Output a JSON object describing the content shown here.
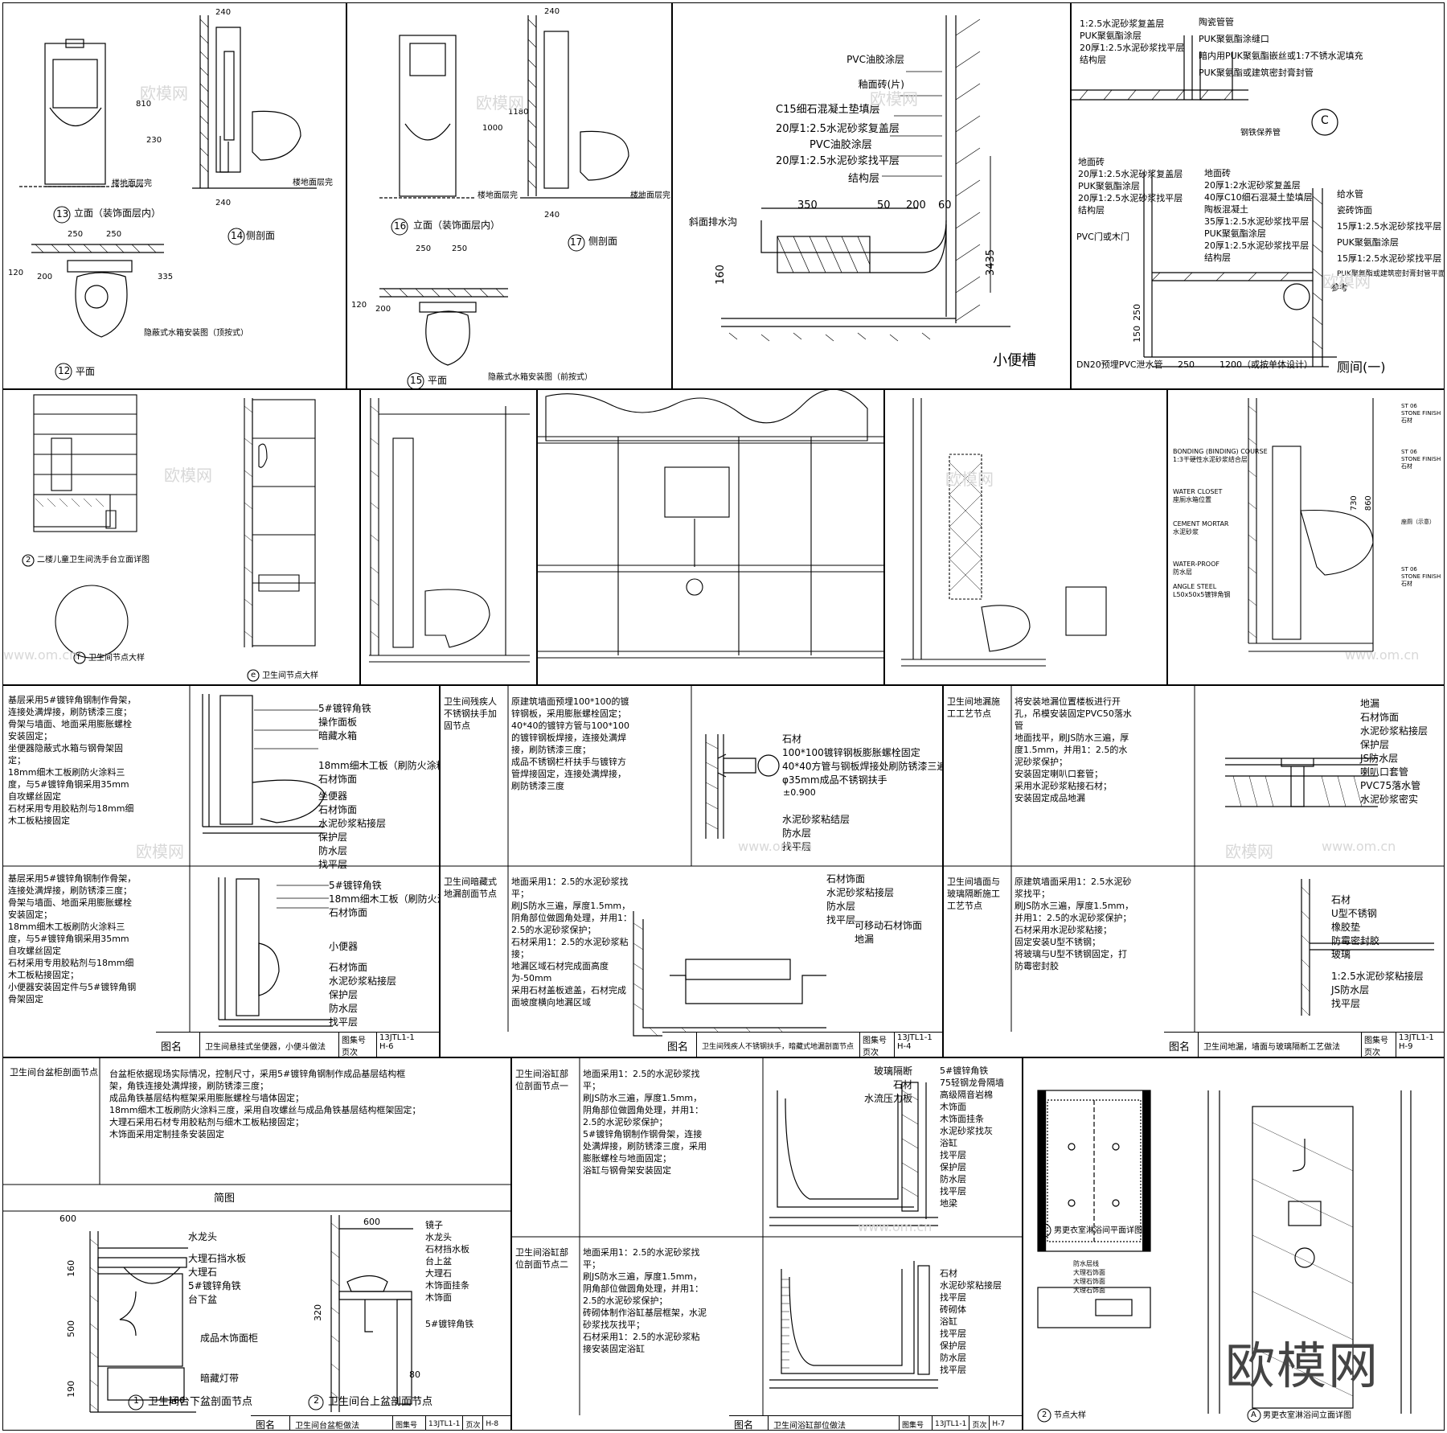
{
  "p1": {
    "labels": {
      "elev": "立面（装饰面层内）",
      "side": "侧剖面",
      "plan": "平面",
      "title": "隐蔽式水箱安装图（顶按式）",
      "floor": "楼地面层完",
      "n13": "13",
      "n14": "14",
      "n12": "12"
    },
    "dims": {
      "d240a": "240",
      "d240b": "240",
      "d250a": "250",
      "d250b": "250",
      "d810": "810",
      "d230": "230",
      "d120": "120",
      "d200": "200",
      "d335": "335"
    }
  },
  "p2": {
    "labels": {
      "elev": "立面（装饰面层内）",
      "side": "侧剖面",
      "plan": "平面",
      "title": "隐蔽式水箱安装图（前按式）",
      "floor": "楼地面层完",
      "n16": "16",
      "n17": "17",
      "n15": "15"
    },
    "dims": {
      "d240a": "240",
      "d240b": "240",
      "d250a": "250",
      "d250b": "250",
      "d1000": "1000",
      "d1180": "1180",
      "d120": "120",
      "d200": "200"
    }
  },
  "p3": {
    "layers": [
      "PVC油胶涂层",
      "釉面砖(片)",
      "C15细石混凝土垫填层",
      "20厚1:2.5水泥砂浆复盖层",
      "PVC油胶涂层",
      "20厚1:2.5水泥砂浆找平层",
      "结构层"
    ],
    "dims": {
      "d350": "350",
      "d50": "50",
      "d200": "200",
      "d60": "60",
      "d160": "160",
      "d3435": "3435"
    },
    "drain": "斜面排水沟",
    "title": "小便槽"
  },
  "p4": {
    "top": [
      "1:2.5水泥砂浆复盖层",
      "PUK聚氨酯涂层",
      "20厚1:2.5水泥砂浆找平层",
      "结构层"
    ],
    "topright": [
      "陶瓷管管",
      "PUK聚氨酯涂缝口",
      "暗内用PUK聚氨酯嵌丝或1:7不锈水泥填充",
      "PUK聚氨酯或建筑密封膏封管"
    ],
    "c": "C",
    "steelpipe": "钢铁保养管",
    "left": [
      "地面砖",
      "20厚1:2.5水泥砂浆复盖层",
      "PUK聚氨酯涂层",
      "20厚1:2.5水泥砂浆找平层",
      "结构层"
    ],
    "mid": [
      "地面砖",
      "20厚1:2水泥砂浆复盖层",
      "40厚C10细石混凝土垫填层",
      "陶板混凝土",
      "35厚1:2.5水泥砂浆找平层",
      "PUK聚氨酯涂层",
      "20厚1:2.5水泥砂浆找平层",
      "结构层"
    ],
    "right": [
      "给水管",
      "瓷砖饰面",
      "15厚1:2.5水泥砂浆找平层",
      "PUK聚氨酯涂层",
      "15厚1:2.5水泥砂浆找平层",
      "PUK聚氨酯或建筑密封膏封管平面水斗面"
    ],
    "pvc": "PVC门或木门",
    "ref": "参考",
    "dn": "DN20预埋PVC泄水管",
    "dims": {
      "d250a": "250",
      "d1200": "1200（或按单体设计）",
      "d250b": "250",
      "d150": "150"
    },
    "title": "厕间(一)"
  },
  "p5": {
    "cap1": "二楼儿童卫生间洗手台立面详图",
    "cap2": "卫生间节点大样",
    "cap3": "卫生间节点大样",
    "n2": "2",
    "nf": "f",
    "ne": "e"
  },
  "p8": {
    "layers": [
      "BONDING (BINDING) COURSE",
      "1:3干硬性水泥砂浆结合层",
      "WATER CLOSET",
      "座厕水箱位置",
      "CEMENT MORTAR",
      "水泥砂浆",
      "WATER-PROOF",
      "防水层",
      "ANGLE STEEL",
      "L50x50x5镀锌角钢"
    ],
    "right": [
      "ST 06",
      "STONE FINISH",
      "石材",
      "ST 06",
      "STONE FINISH",
      "石材",
      "座厕（示意）",
      "ST 06",
      "STONE FINISH",
      "石材"
    ],
    "dims": {
      "d730": "730",
      "d860": "860"
    }
  },
  "h6": {
    "t1": "基层采用5#镀锌角钢制作骨架，连接处满焊接，刷防锈漆三度；\n骨架与墙面、地面采用膨胀螺栓安装固定；\n坐便器隐蔽式水箱与钢骨架固定；\n18mm细木工板刷防火涂料三度，与5#镀锌角钢采用35mm自攻螺丝固定\n石材采用专用胶粘剂与18mm细木工板粘接固定",
    "l1": [
      "5#镀锌角铁",
      "操作面板",
      "暗藏水箱",
      "18mm细木工板（刷防火涂料）",
      "石材饰面",
      "坐便器",
      "石材饰面",
      "水泥砂浆粘接层",
      "保护层",
      "防水层",
      "找平层"
    ],
    "t2": "基层采用5#镀锌角钢制作骨架，连接处满焊接，刷防锈漆三度；\n骨架与墙面、地面采用膨胀螺栓安装固定；\n18mm细木工板刷防火涂料三度，与5#镀锌角钢采用35mm自攻螺丝固定\n石材采用专用胶粘剂与18mm细木工板粘接固定；\n小便器安装固定件与5#镀锌角钢骨架固定",
    "l2top": [
      "5#镀锌角铁",
      "18mm细木工板（刷防火涂料）",
      "石材饰面"
    ],
    "l2mid": "小便器",
    "l2bot": [
      "石材饰面",
      "水泥砂浆粘接层",
      "保护层",
      "防水层",
      "找平层"
    ],
    "tbname": "图名",
    "tbtitle": "卫生间悬挂式坐便器，小便斗做法",
    "tbk1": "图集号",
    "tbv1": "13JTL1-1",
    "tbk2": "页次",
    "tbv2": "H-6"
  },
  "h4": {
    "h1": "卫生间残疾人不锈钢扶手加固节点",
    "t1": "原建筑墙面预埋100*100的镀锌钢板，采用膨胀螺栓固定；\n40*40的镀锌方管与100*100的镀锌钢板焊接，连接处满焊接，刷防锈漆三度；\n成品不锈钢栏杆扶手与镀锌方管焊接固定，连接处满焊接，刷防锈漆三度",
    "l1": [
      "石材",
      "100*100镀锌钢板膨胀螺栓固定",
      "40*40方管与钢板焊接处刷防锈漆三遍",
      "φ35mm成品不锈钢扶手"
    ],
    "elev": "±0.900",
    "l1b": [
      "水泥砂浆粘结层",
      "防水层",
      "找平层"
    ],
    "h2": "卫生间暗藏式地漏剖面节点",
    "t2": "地面采用1：2.5的水泥砂浆找平；\n刷JS防水三遍，厚度1.5mm，阴角部位做圆角处理，并用1：2.5的水泥砂浆保护；\n石材采用1：2.5的水泥砂浆粘接；\n地漏区域石材完成面高度为-50mm\n采用石材盖板遮盖，石材完成面坡度横向地漏区域",
    "l2": [
      "石材饰面",
      "水泥砂浆粘接层",
      "防水层",
      "找平层"
    ],
    "l2b": [
      "可移动石材饰面",
      "地漏"
    ],
    "tbname": "图名",
    "tbtitle": "卫生间残疾人不锈钢扶手，暗藏式地漏剖面节点",
    "tbk1": "图集号",
    "tbv1": "13JTL1-1",
    "tbk2": "页次",
    "tbv2": "H-4"
  },
  "h9": {
    "h1": "卫生间地漏施工工艺节点",
    "t1": "将安装地漏位置楼板进行开孔，吊模安装固定PVC50落水管\n地面找平，刷JS防水三遍，厚度1.5mm，并用1：2.5的水泥砂浆保护；\n安装固定喇叭口套管；\n采用水泥砂浆粘接石材；\n安装固定成品地漏",
    "l1": [
      "地漏",
      "石材饰面",
      "水泥砂浆粘接层",
      "保护层",
      "JS防水层",
      "喇叭口套管",
      "PVC75落水管",
      "水泥砂浆密实"
    ],
    "h2": "卫生间墙面与玻璃隔断施工工艺节点",
    "t2": "原建筑墙面采用1：2.5水泥砂浆找平；\n刷JS防水三遍，厚度1.5mm，并用1：2.5的水泥砂浆保护；\n石材采用水泥砂浆粘接；\n固定安装U型不锈钢；\n将玻璃与U型不锈钢固定，打防霉密封胶",
    "l2": [
      "石材",
      "U型不锈钢",
      "橡胶垫",
      "防霉密封胶",
      "玻璃"
    ],
    "l2b": [
      "1:2.5水泥砂浆粘接层",
      "JS防水层",
      "找平层"
    ],
    "tbname": "图名",
    "tbtitle": "卫生间地漏，墙面与玻璃隔断工艺做法",
    "tbk1": "图集号",
    "tbv1": "13JTL1-1",
    "tbk2": "页次",
    "tbv2": "H-9"
  },
  "h8": {
    "head": "卫生间台盆柜剖面节点",
    "text": "台盆柜依据现场实际情况，控制尺寸，采用5#镀锌角钢制作成品基层结构框架，角铁连接处满焊接，刷防锈漆三度；\n成品角铁基层结构框架采用膨胀螺栓与墙体固定；\n18mm细木工板刷防火涂料三度，采用自攻螺丝与成品角铁基层结构框架固定；\n大理石采用石材专用胶粘剂与细木工板粘接固定；\n木饰面采用定制挂条安装固定",
    "jt": "简图",
    "l1": [
      "水龙头",
      "",
      "大理石挡水板",
      "大理石",
      "5#镀锌角铁",
      "台下盆"
    ],
    "cab": "成品木饰面柜",
    "led": "暗藏灯带",
    "l2": [
      "镜子",
      "水龙头",
      "石材挡水板",
      "台上盆",
      "大理石",
      "木饰面挂条",
      "木饰面",
      "5#镀锌角铁"
    ],
    "dims": {
      "d600a": "600",
      "d600b": "600",
      "d160": "160",
      "d500": "500",
      "d190": "190",
      "d160b": "160",
      "d320": "320",
      "d80": "80"
    },
    "cap1": "卫生间台下盆剖面节点",
    "cap2": "卫生间台上盆剖面节点",
    "n1": "1",
    "n2": "2",
    "tbname": "图名",
    "tbtitle": "卫生间台盆柜做法",
    "tbk1": "图集号",
    "tbv1": "13JTL1-1",
    "tbk2": "页次",
    "tbv2": "H-8"
  },
  "h7": {
    "h1": "卫生间浴缸部位剖面节点一",
    "t1": "地面采用1：2.5的水泥砂浆找平；\n刷JS防水三遍，厚度1.5mm，阴角部位做圆角处理，并用1：2.5的水泥砂浆保护；\n5#镀锌角钢制作钢骨架，连接处满焊接，刷防锈漆三度，采用膨胀螺栓与地面固定；\n浴缸与钢骨架安装固定",
    "l1left": [
      "玻璃隔断",
      "石材",
      "水流压力板"
    ],
    "l1": [
      "5#镀锌角铁",
      "75轻钢龙骨隔墙",
      "高级隔音岩棉",
      "木饰面",
      "木饰面挂条",
      "水泥砂浆找灰",
      "浴缸",
      "找平层",
      "保护层",
      "防水层",
      "找平层",
      "地梁"
    ],
    "h2": "卫生间浴缸部位剖面节点二",
    "t2": "地面采用1：2.5的水泥砂浆找平；\n刷JS防水三遍，厚度1.5mm，阴角部位做圆角处理，并用1：2.5的水泥砂浆保护；\n砖砌体制作浴缸基层框架，水泥砂浆找灰找平；\n石材采用1：2.5的水泥砂浆粘接安装固定浴缸",
    "l2": [
      "石材",
      "水泥砂浆粘接层",
      "找平层",
      "砖砌体",
      "浴缸",
      "找平层",
      "保护层",
      "防水层",
      "找平层"
    ],
    "tbname": "图名",
    "tbtitle": "卫生间浴缸部位做法",
    "tbk1": "图集号",
    "tbv1": "13JTL1-1",
    "tbk2": "页次",
    "tbv2": "H-7"
  },
  "p16": {
    "cap1": "男更衣室淋浴间平面详图",
    "cap2": "节点大样",
    "cap3": "男更衣室淋浴间立面详图",
    "n1": "1",
    "n2": "2",
    "na": "A",
    "legend": [
      "防水层线",
      "大理石饰面",
      "大理石饰面",
      "大理石饰面"
    ]
  },
  "wm": {
    "a": "欧模网",
    "b": "www.om.cn",
    "big": "欧模网"
  }
}
